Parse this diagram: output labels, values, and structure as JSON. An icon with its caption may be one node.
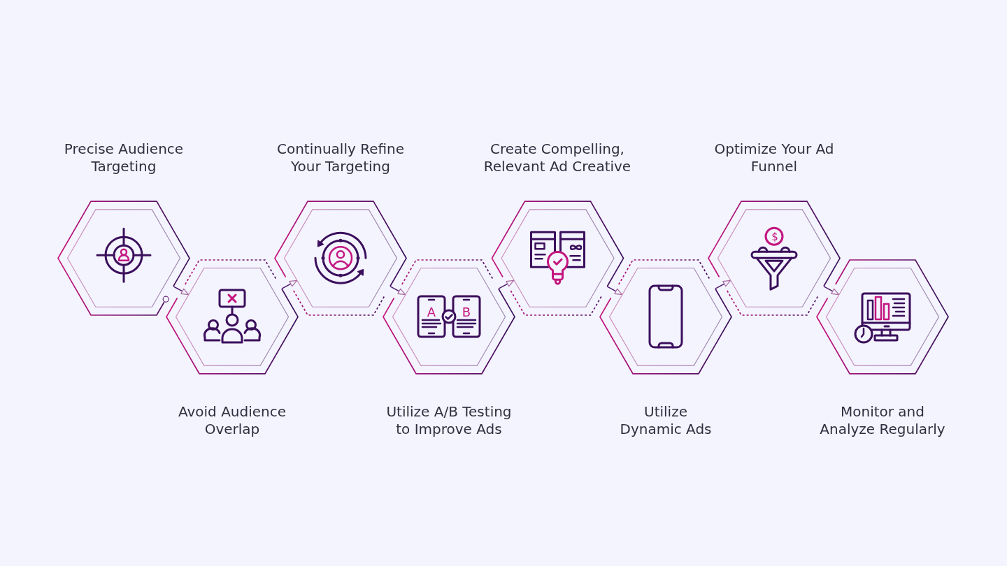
{
  "diagram": {
    "nodes": [
      {
        "text": [
          "Precise Audience Targeting"
        ]
      },
      {
        "text": [
          "Avoid Audience Overlap"
        ]
      },
      {
        "text": [
          "Continually Refine Your Targeting"
        ]
      },
      {
        "text": [
          "Utilize A/B Testing to Improve Ads"
        ]
      },
      {
        "text": [
          "Create Compelling, Relevant Ad Creative"
        ]
      },
      {
        "text": [
          "Utilize Dynamic Ads"
        ]
      },
      {
        "text": [
          "Optimize Your Ad Funnel"
        ]
      },
      {
        "text": [
          "Monitor and Analyze Regularly"
        ]
      }
    ],
    "edges": [
      {
        "from": 0,
        "to": 1,
        "arrow": "to"
      },
      {
        "from": 1,
        "to": 2,
        "arrow": "to"
      },
      {
        "from": 2,
        "to": 3,
        "arrow": "to"
      },
      {
        "from": 3,
        "to": 4,
        "arrow": "to"
      },
      {
        "from": 4,
        "to": 5,
        "arrow": "to"
      },
      {
        "from": 5,
        "to": 6,
        "arrow": "to"
      },
      {
        "from": 6,
        "to": 7,
        "arrow": "to"
      }
    ],
    "labels": [
      "A",
      "B",
      "$"
    ]
  }
}
